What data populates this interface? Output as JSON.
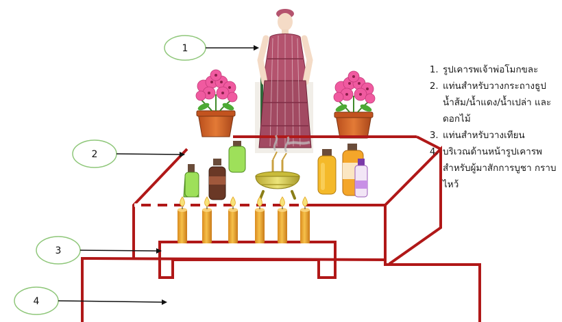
{
  "callouts": [
    {
      "number": "1"
    },
    {
      "number": "2"
    },
    {
      "number": "3"
    },
    {
      "number": "4"
    }
  ],
  "legend": {
    "items": [
      "รูปเคารพเจ้าพ่อโมกขละ",
      "แท่นสำหรับวางกระถางธูป น้ำส้ม/น้ำแดง/น้ำเปล่า และดอกไม้",
      "แท่นสำหรับวางเทียน",
      "บริเวณด้านหน้ารูปเคารพ สำหรับผู้มาสักการบูชา กราบไหว้"
    ]
  },
  "colors": {
    "altar_line": "#b01818",
    "callout_stroke": "#8fc77a",
    "flower": "#f05aa0",
    "pot": "#d9682a",
    "candle": "#f2b23a",
    "censer": "#d8c84a",
    "robe": "#b4536e"
  },
  "icons": [
    "statue",
    "flower-pot",
    "bottle",
    "censer",
    "candle",
    "incense-stick"
  ]
}
